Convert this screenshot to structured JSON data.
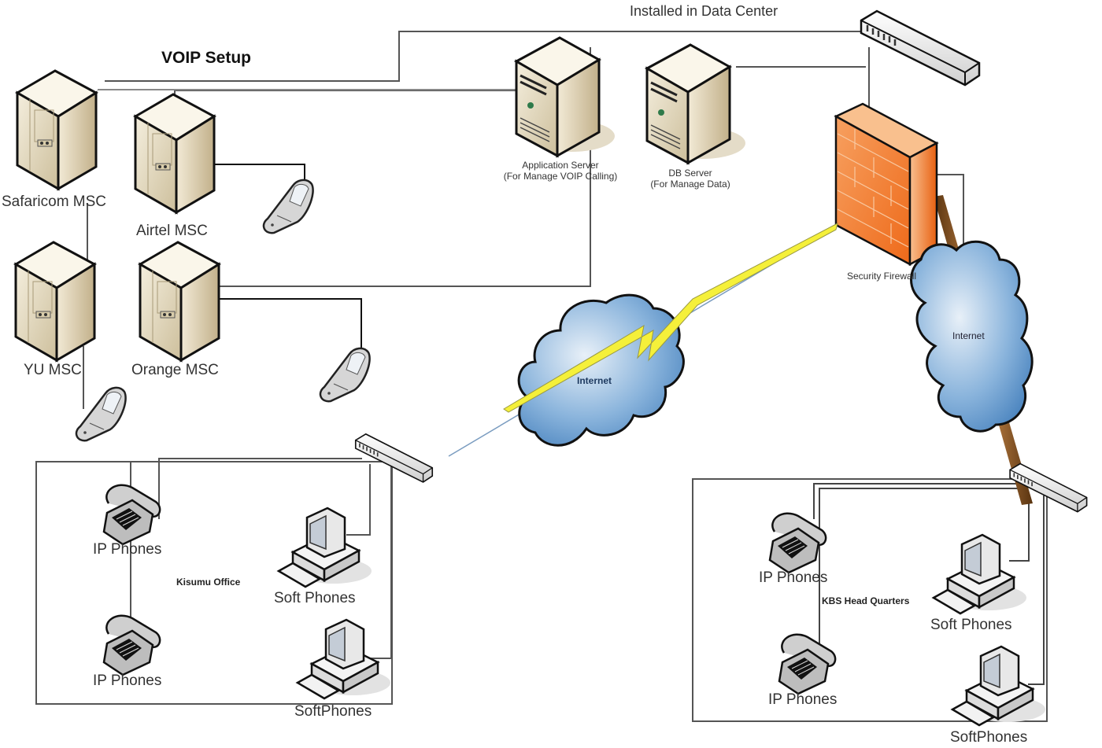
{
  "diagram": {
    "title": "VOIP Setup",
    "datacenter_label": "Installed in Data Center",
    "nodes": {
      "safaricom": {
        "label": "Safaricom MSC",
        "type": "server-tower"
      },
      "airtel": {
        "label": "Airtel MSC",
        "type": "server-tower"
      },
      "yu": {
        "label": "YU MSC",
        "type": "server-tower"
      },
      "orange": {
        "label": "Orange MSC",
        "type": "server-tower"
      },
      "app_server": {
        "label": "Application Server",
        "sublabel": "(For Manage VOIP Calling)",
        "type": "server"
      },
      "db_server": {
        "label": "DB Server",
        "sublabel": "(For Manage Data)",
        "type": "server"
      },
      "dc_switch": {
        "label": "",
        "type": "switch"
      },
      "firewall": {
        "label": "Security Firewall",
        "type": "firewall"
      },
      "internet_left": {
        "label": "Internet",
        "type": "cloud"
      },
      "internet_right": {
        "label": "Internet",
        "type": "cloud"
      },
      "kisumu_switch": {
        "label": "",
        "type": "switch"
      },
      "hq_switch": {
        "label": "",
        "type": "switch"
      }
    },
    "mobiles": [
      "mobile-phone",
      "mobile-phone",
      "mobile-phone"
    ],
    "offices": [
      {
        "name": "Kisumu  Office",
        "ip_phones": [
          "IP Phones",
          "IP Phones"
        ],
        "soft_phones": [
          "Soft Phones",
          "SoftPhones"
        ]
      },
      {
        "name": "KBS Head Quarters",
        "ip_phones": [
          "IP Phones",
          "IP Phones"
        ],
        "soft_phones": [
          "Soft Phones",
          "SoftPhones"
        ]
      }
    ],
    "colors": {
      "server_beige": "#e6dcc3",
      "firewall_orange": "#f07a2a",
      "cloud_blue": "#7aa8d4",
      "lightning_yellow": "#f5f03a",
      "link_line": "#555555",
      "wan_brown": "#8a5a2a"
    }
  }
}
